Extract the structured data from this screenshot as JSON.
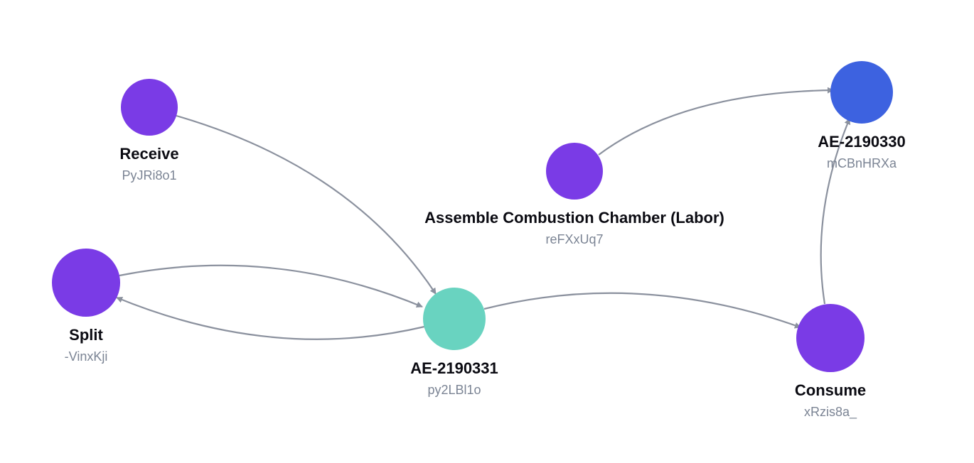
{
  "colors": {
    "edge": "#8b919e",
    "event": "#7a3be6",
    "object_teal": "#69d3c0",
    "object_blue": "#3d62e0",
    "label": "#0b0b12",
    "id": "#7b8494"
  },
  "nodes": [
    {
      "key": "receive",
      "label": "Receive",
      "id": "PyJRi8o1",
      "color": "#7a3be6"
    },
    {
      "key": "split",
      "label": "Split",
      "id": "-VinxKji",
      "color": "#7a3be6"
    },
    {
      "key": "assemble",
      "label": "Assemble Combustion Chamber (Labor)",
      "id": "reFXxUq7",
      "color": "#7a3be6"
    },
    {
      "key": "ae2190331",
      "label": "AE-2190331",
      "id": "py2LBl1o",
      "color": "#69d3c0"
    },
    {
      "key": "ae2190330",
      "label": "AE-2190330",
      "id": "mCBnHRXa",
      "color": "#3d62e0"
    },
    {
      "key": "consume",
      "label": "Consume",
      "id": "xRzis8a_",
      "color": "#7a3be6"
    }
  ],
  "edges": [
    {
      "from": "receive",
      "to": "ae2190331"
    },
    {
      "from": "split",
      "to": "ae2190331"
    },
    {
      "from": "ae2190331",
      "to": "split"
    },
    {
      "from": "ae2190331",
      "to": "consume"
    },
    {
      "from": "assemble",
      "to": "ae2190330"
    },
    {
      "from": "consume",
      "to": "ae2190330"
    }
  ]
}
